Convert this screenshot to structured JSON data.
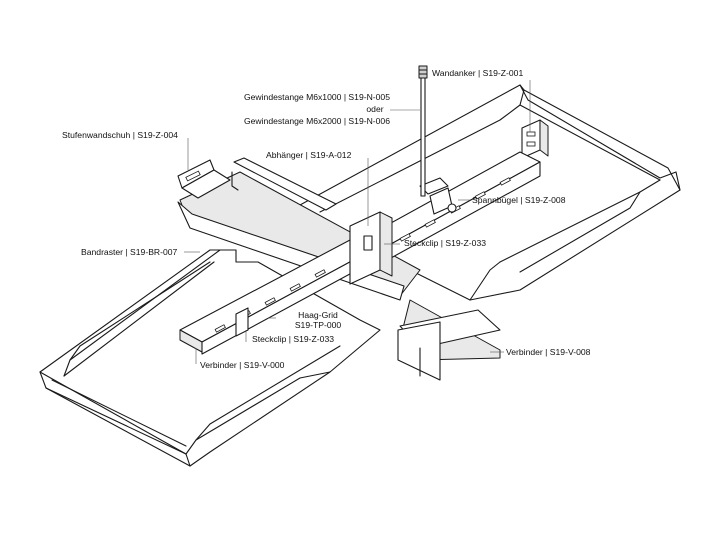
{
  "labels": {
    "wandanker": "Wandanker | S19-Z-001",
    "gewindestange_1": "Gewindestange M6x1000 | S19-N-005",
    "oder": "oder",
    "gewindestange_2": "Gewindestange M6x2000 | S19-N-006",
    "stufenwandschuh": "Stufenwandschuh | S19-Z-004",
    "abhaenger": "Abhänger | S19-A-012",
    "spannbuegel": "Spannbügel | S19-Z-008",
    "bandraster": "Bandraster | S19-BR-007",
    "steckclip_right": "Steckclip | S19-Z-033",
    "haag_grid_1": "Haag-Grid",
    "haag_grid_2": "S19-TP-000",
    "steckclip_left": "Steckclip | S19-Z-033",
    "verbinder_right": "Verbinder | S19-V-008",
    "verbinder_left": "Verbinder | S19-V-000"
  },
  "colors": {
    "line": "#1a1a1a",
    "label": "#111111",
    "fill_light": "#e9e9e9",
    "background": "#ffffff"
  }
}
